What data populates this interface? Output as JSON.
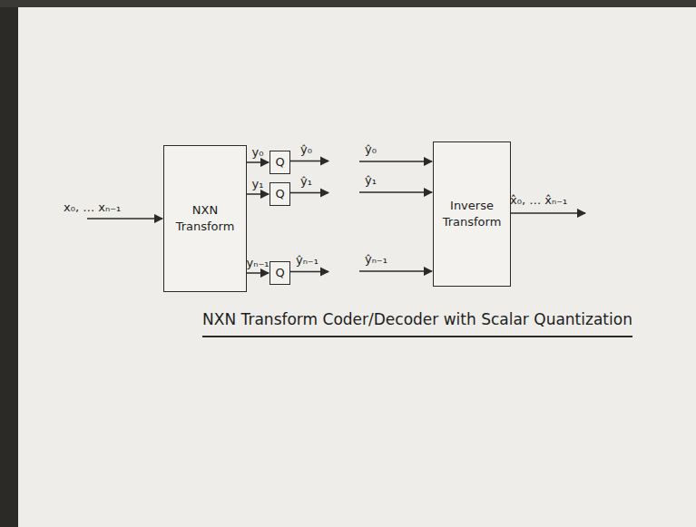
{
  "diagram": {
    "caption": "NXN Transform Coder/Decoder with Scalar Quantization",
    "nodes": [
      {
        "text": [
          "NXN Transform"
        ]
      },
      {
        "text": [
          "Q"
        ]
      },
      {
        "text": [
          "Q"
        ]
      },
      {
        "text": [
          "Q"
        ]
      },
      {
        "text": [
          "Inverse Transform"
        ]
      }
    ],
    "edges": [
      {
        "from": 0,
        "to": 1,
        "arrow": "to",
        "label": "y₀"
      },
      {
        "from": 0,
        "to": 2,
        "arrow": "to",
        "label": "y₁"
      },
      {
        "from": 0,
        "to": 3,
        "arrow": "to",
        "label": "yₙ₋₁"
      }
    ],
    "labels": [
      "x₀, … xₙ₋₁",
      "ŷ₀",
      "ŷ₁",
      "ŷₙ₋₁",
      "ŷ₀",
      "ŷ₁",
      "ŷₙ₋₁",
      "x̂₀, … x̂ₙ₋₁"
    ]
  }
}
